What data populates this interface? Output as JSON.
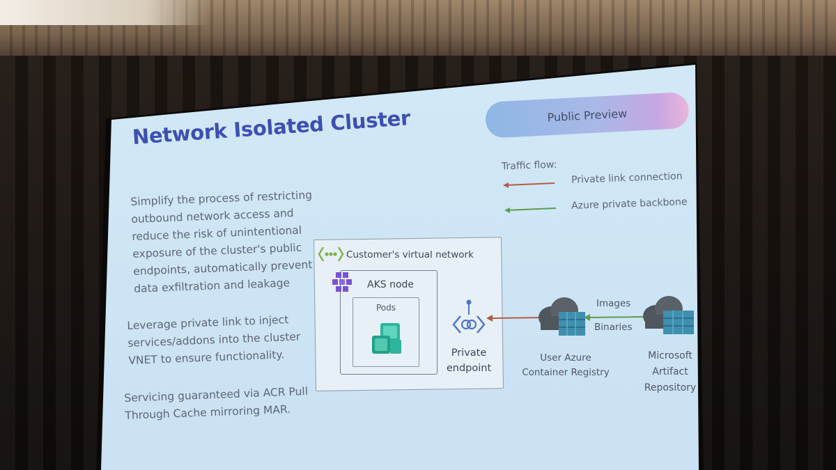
{
  "slide": {
    "title": "Network Isolated Cluster",
    "badge": "Public Preview",
    "paragraphs": [
      [
        "Simplify the process of restricting",
        "outbound network access and",
        "reduce the risk of unintentional",
        "exposure of the cluster's public",
        "endpoints, automatically prevent",
        "data exfiltration and leakage"
      ],
      [
        "Leverage private link to inject",
        "services/addons into the cluster",
        "VNET to ensure functionality."
      ],
      [
        "Servicing guaranteed via ACR Pull",
        "Through Cache mirroring MAR."
      ]
    ],
    "legend": {
      "heading": "Traffic flow:",
      "items": [
        {
          "label": "Private link connection",
          "color": "#b55a4a"
        },
        {
          "label": "Azure private backbone",
          "color": "#5a9e4e"
        }
      ]
    },
    "diagram": {
      "vnet_label": "Customer's virtual network",
      "node_label": "AKS node",
      "pods_label": "Pods",
      "endpoint_label": [
        "Private",
        "endpoint"
      ],
      "registry_label": [
        "User Azure",
        "Container Registry"
      ],
      "mar_label": [
        "Microsoft",
        "Artifact",
        "Repository"
      ],
      "link_labels": [
        "Images",
        "Binaries"
      ]
    }
  },
  "colors": {
    "title": "#3e4fb2",
    "vnet_icon": "#7fb24a",
    "kube_icon": "#7a52d6",
    "pod_icon": "#2fb59c",
    "cloud": "#4f565e",
    "container": "#3f8fae"
  }
}
